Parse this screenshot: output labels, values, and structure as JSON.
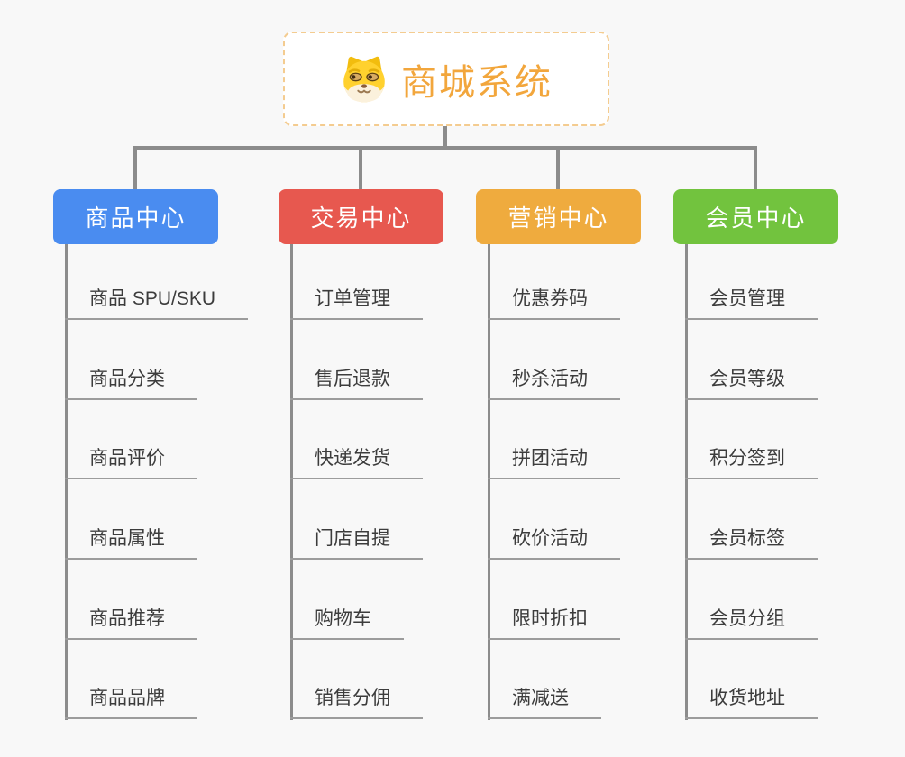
{
  "app": {
    "background": "#f8f8f8",
    "connector_color": "#8c8c8c",
    "leaf_line_color": "#9c9c9c"
  },
  "root": {
    "title": "商城系统",
    "icon": "doge-face-icon",
    "text_color": "#f2a63c",
    "border_color": "#f4cc90",
    "icon_colors": {
      "head": "#ffd12e",
      "ear": "#f2bd0e",
      "muzzle": "#fbf1dc"
    }
  },
  "branches": [
    {
      "label": "商品中心",
      "color": "#4a8cf0",
      "children": [
        "商品 SPU/SKU",
        "商品分类",
        "商品评价",
        "商品属性",
        "商品推荐",
        "商品品牌"
      ]
    },
    {
      "label": "交易中心",
      "color": "#e7584f",
      "children": [
        "订单管理",
        "售后退款",
        "快递发货",
        "门店自提",
        "购物车",
        "销售分佣"
      ]
    },
    {
      "label": "营销中心",
      "color": "#efab3e",
      "children": [
        "优惠券码",
        "秒杀活动",
        "拼团活动",
        "砍价活动",
        "限时折扣",
        "满减送"
      ]
    },
    {
      "label": "会员中心",
      "color": "#72c33e",
      "children": [
        "会员管理",
        "会员等级",
        "积分签到",
        "会员标签",
        "会员分组",
        "收货地址"
      ]
    }
  ]
}
